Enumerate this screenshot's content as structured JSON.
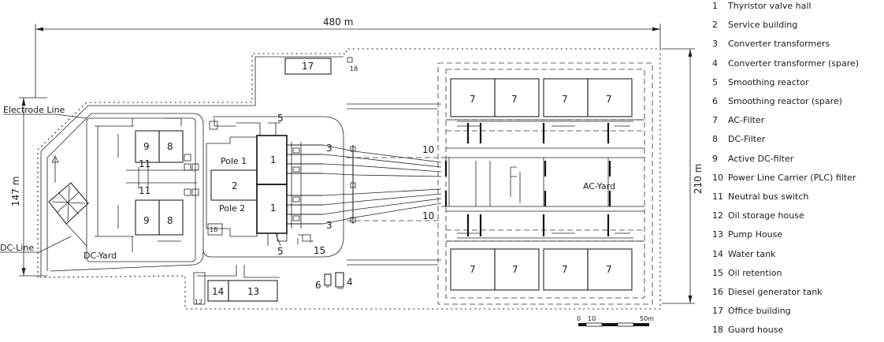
{
  "dimensions": {
    "width": "480 m",
    "depth": "210 m",
    "yard_depth": "147 m"
  },
  "plot_labels": {
    "electrode_line": "Electrode Line",
    "dc_line": "DC-Line",
    "dc_yard": "DC-Yard",
    "ac_yard": "AC-Yard",
    "pole_1": "Pole 1",
    "pole_2": "Pole 2"
  },
  "scale_bar": {
    "ticks": [
      "0",
      "10",
      "50m"
    ]
  },
  "plan_numbers": {
    "n1a": "1",
    "n1b": "1",
    "n2": "2",
    "n3a": "3",
    "n3b": "3",
    "n4": "4",
    "n5a": "5",
    "n5b": "5",
    "n6": "6",
    "n7": "7",
    "n8": "8",
    "n9": "9",
    "n10": "10",
    "n11": "11",
    "n12": "12",
    "n13": "13",
    "n14": "14",
    "n15": "15",
    "n16": "16",
    "n17": "17",
    "n18": "18"
  },
  "legend": [
    {
      "num": "1",
      "label": "Thyristor valve hall"
    },
    {
      "num": "2",
      "label": "Service building"
    },
    {
      "num": "3",
      "label": "Converter transformers"
    },
    {
      "num": "4",
      "label": "Converter transformer (spare)"
    },
    {
      "num": "5",
      "label": "Smoothing reactor"
    },
    {
      "num": "6",
      "label": "Smoothing reactor (spare)"
    },
    {
      "num": "7",
      "label": "AC-Filter"
    },
    {
      "num": "8",
      "label": "DC-Filter"
    },
    {
      "num": "9",
      "label": "Active DC-filter"
    },
    {
      "num": "10",
      "label": "Power Line Carrier (PLC) filter"
    },
    {
      "num": "11",
      "label": "Neutral bus switch"
    },
    {
      "num": "12",
      "label": "Oil storage house"
    },
    {
      "num": "13",
      "label": "Pump House"
    },
    {
      "num": "14",
      "label": "Water tank"
    },
    {
      "num": "15",
      "label": "Oil retention"
    },
    {
      "num": "16",
      "label": "Diesel generator tank"
    },
    {
      "num": "17",
      "label": "Office building"
    },
    {
      "num": "18",
      "label": "Guard house"
    }
  ]
}
